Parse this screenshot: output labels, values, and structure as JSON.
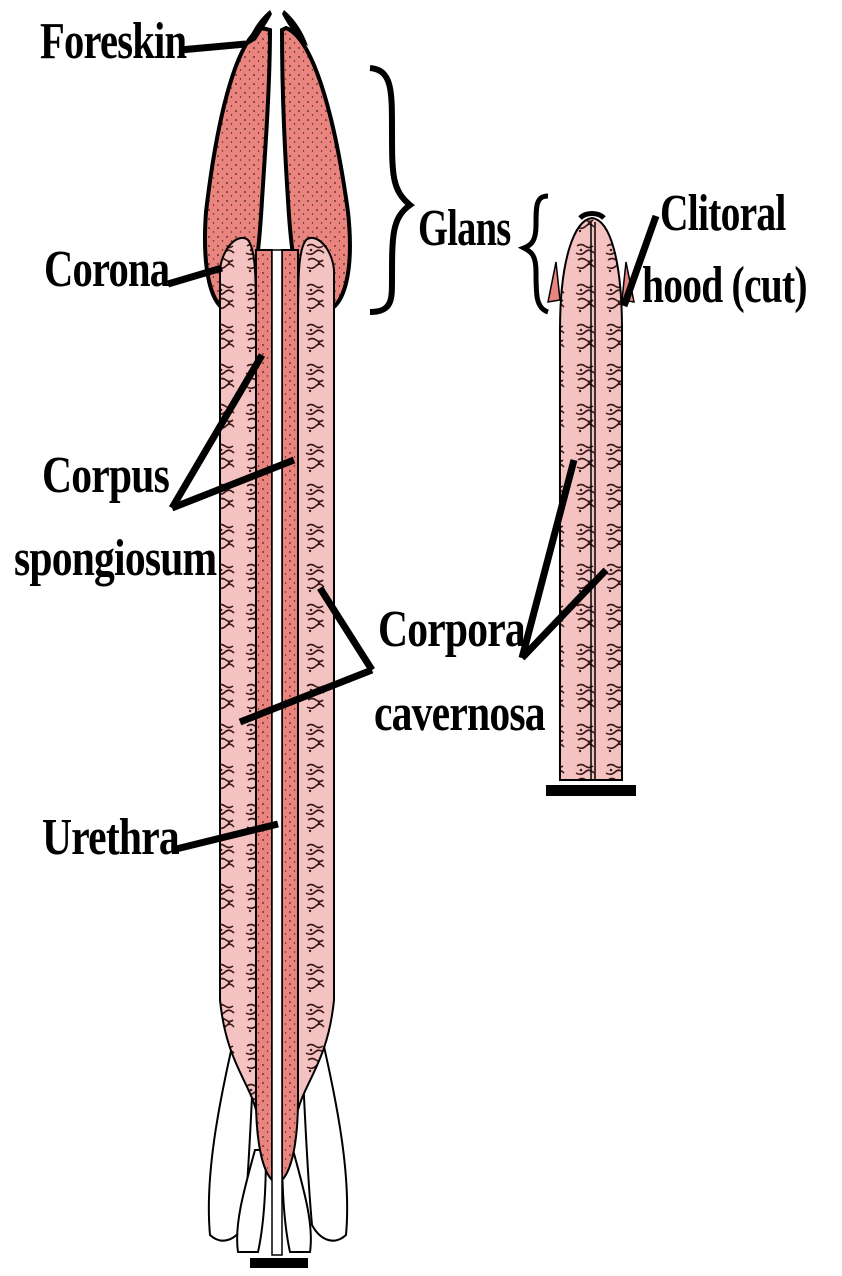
{
  "labels": {
    "foreskin": "Foreskin",
    "corona": "Corona",
    "corpus_spongiosum_line1": "Corpus",
    "corpus_spongiosum_line2": "spongiosum",
    "urethra": "Urethra",
    "glans": "Glans",
    "clitoral_hood_line1": "Clitoral",
    "clitoral_hood_line2": "hood (cut)",
    "corpora_cavernosa_line1": "Corpora",
    "corpora_cavernosa_line2": "cavernosa"
  },
  "colors": {
    "spongy_tissue": "#e9857e",
    "cavernous_tissue": "#f4c2c0",
    "outline": "#000000",
    "background": "#ffffff"
  }
}
